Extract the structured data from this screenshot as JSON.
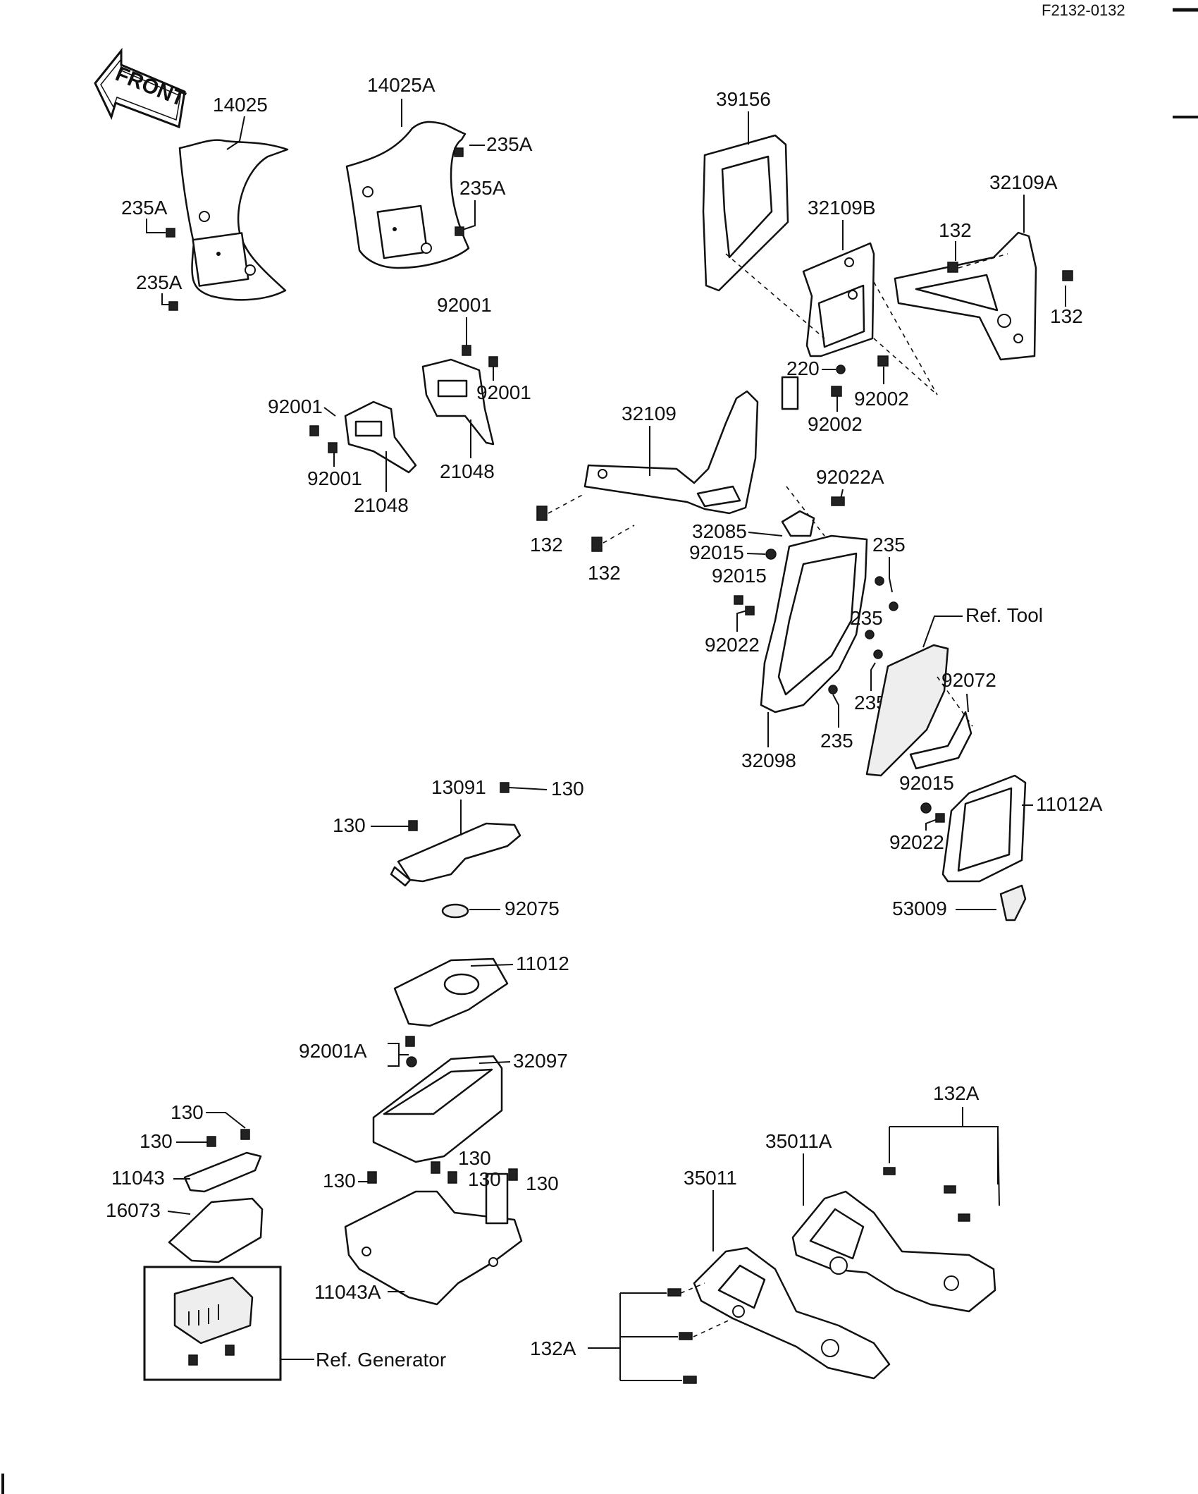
{
  "header": {
    "diagram_code": "F2132-0132",
    "front_arrow_label": "FRONT"
  },
  "parts": {
    "p14025": "14025",
    "p14025a": "14025A",
    "p235a_1": "235A",
    "p235a_2": "235A",
    "p235a_3": "235A",
    "p235a_4": "235A",
    "p39156": "39156",
    "p32109b": "32109B",
    "p32109a": "32109A",
    "p132_1": "132",
    "p132_2": "132",
    "p132_3": "132",
    "p132_4": "132",
    "p92001_1": "92001",
    "p92001_2": "92001",
    "p92001_3": "92001",
    "p92001_4": "92001",
    "p21048_1": "21048",
    "p21048_2": "21048",
    "p32109": "32109",
    "p220": "220",
    "p92002_1": "92002",
    "p92002_2": "92002",
    "p92022a": "92022A",
    "p32085": "32085",
    "p92015_1": "92015",
    "p92015_2": "92015",
    "p92015_3": "92015",
    "p235_1": "235",
    "p235_2": "235",
    "p235_3": "235",
    "p235_4": "235",
    "ref_tool": "Ref. Tool",
    "p92022_1": "92022",
    "p92022_2": "92022",
    "p92072": "92072",
    "p32098": "32098",
    "p11012a": "11012A",
    "p53009": "53009",
    "p13091": "13091",
    "p130_1": "130",
    "p130_2": "130",
    "p92075": "92075",
    "p11012": "11012",
    "p92001a": "92001A",
    "p32097": "32097",
    "p130_3": "130",
    "p130_4": "130",
    "p11043": "11043",
    "p16073": "16073",
    "p130_5": "130",
    "p130_6": "130",
    "p130_7": "130",
    "p130_8": "130",
    "p11043a": "11043A",
    "ref_generator": "Ref. Generator",
    "p132a_1": "132A",
    "p35011a": "35011A",
    "p35011": "35011",
    "p132a_2": "132A"
  }
}
